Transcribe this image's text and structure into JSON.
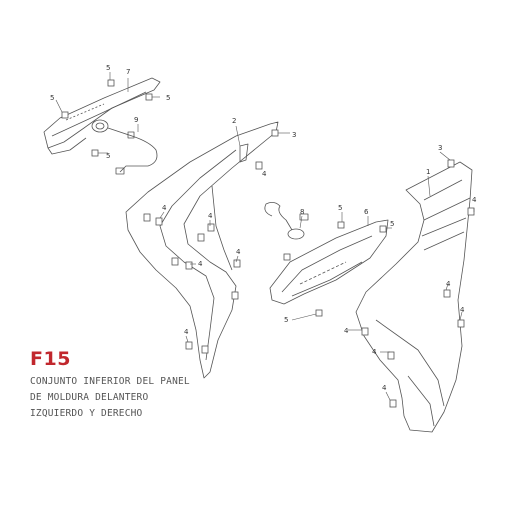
{
  "figure": {
    "code": "F15",
    "caption_lines": [
      "CONJUNTO INFERIOR DEL PANEL",
      "DE MOLDURA DELANTERO",
      "IZQUIERDO Y DERECHO"
    ]
  },
  "part_numbers": {
    "p1": "1",
    "p2": "2",
    "p3a": "3",
    "p3b": "3",
    "p4": "4",
    "p5": "5",
    "p6": "6",
    "p7": "7",
    "p8": "8",
    "p9": "9"
  },
  "colors": {
    "accent": "#c1272d",
    "line": "#555555",
    "text": "#555555"
  }
}
